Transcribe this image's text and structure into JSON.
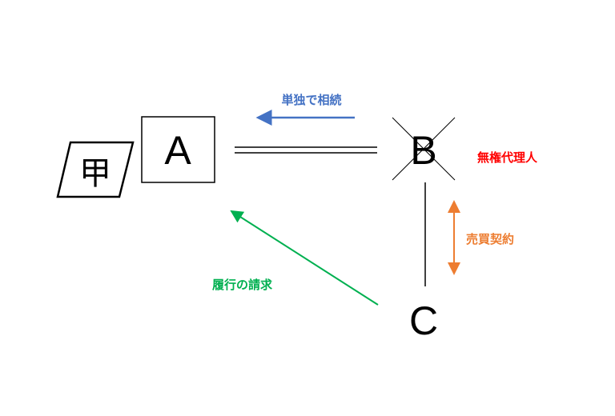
{
  "nodes": {
    "kou": "甲",
    "a": "A",
    "b": "B",
    "c": "C"
  },
  "labels": {
    "inheritance": "単独で相続",
    "unauthorized_agent": "無権代理人",
    "sales_contract": "売買契約",
    "performance_claim": "履行の請求"
  },
  "colors": {
    "blue": "#4472c4",
    "red": "#ff0000",
    "orange": "#ed7d31",
    "green": "#00b050",
    "black": "#000000"
  }
}
